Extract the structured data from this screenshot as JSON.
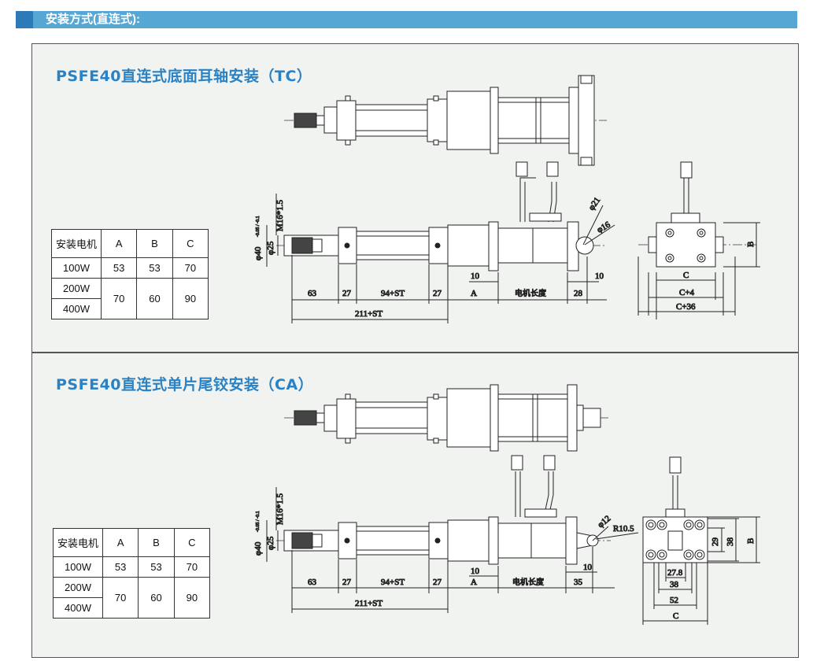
{
  "header": {
    "title": "安装方式(直连式):"
  },
  "sections": [
    {
      "title": "PSFE40直连式底面耳轴安装（TC）",
      "table": {
        "headers": [
          "安装电机",
          "A",
          "B",
          "C"
        ],
        "rows": [
          {
            "motor": "100W",
            "A": "53",
            "B": "53",
            "C": "70"
          },
          {
            "motor": "200W",
            "A": "70",
            "B": "60",
            "C": "90"
          },
          {
            "motor": "400W"
          }
        ]
      },
      "dims": {
        "d1": "63",
        "d2": "27",
        "d3": "94+ST",
        "d4": "27",
        "d5": "A",
        "motor_len": "电机长度",
        "d7": "28",
        "total": "211+ST",
        "ten_a": "10",
        "ten_b": "10",
        "phi21": "φ21",
        "phi16": "φ16",
        "phi40": "φ40",
        "tol": "-0.05 / -0.1",
        "phi25": "φ25",
        "thread": "M16*1.5",
        "end_c": "C",
        "end_c4": "C+4",
        "end_c36": "C+36",
        "end_b": "B"
      }
    },
    {
      "title": "PSFE40直连式单片尾铰安装（CA）",
      "table": {
        "headers": [
          "安装电机",
          "A",
          "B",
          "C"
        ],
        "rows": [
          {
            "motor": "100W",
            "A": "53",
            "B": "53",
            "C": "70"
          },
          {
            "motor": "200W",
            "A": "70",
            "B": "60",
            "C": "90"
          },
          {
            "motor": "400W"
          }
        ]
      },
      "dims": {
        "d1": "63",
        "d2": "27",
        "d3": "94+ST",
        "d4": "27",
        "d5": "A",
        "motor_len": "电机长度",
        "d7": "35",
        "total": "211+ST",
        "ten_a": "10",
        "ten_b": "10",
        "phi12": "φ12",
        "r105": "R10.5",
        "phi40": "φ40",
        "tol": "-0.05 / -0.1",
        "phi25": "φ25",
        "thread": "M16*1.5",
        "end_29": "29",
        "end_38v": "38",
        "end_b": "B",
        "end_278": "27.8",
        "end_38h": "38",
        "end_52": "52",
        "end_c": "C"
      }
    }
  ]
}
